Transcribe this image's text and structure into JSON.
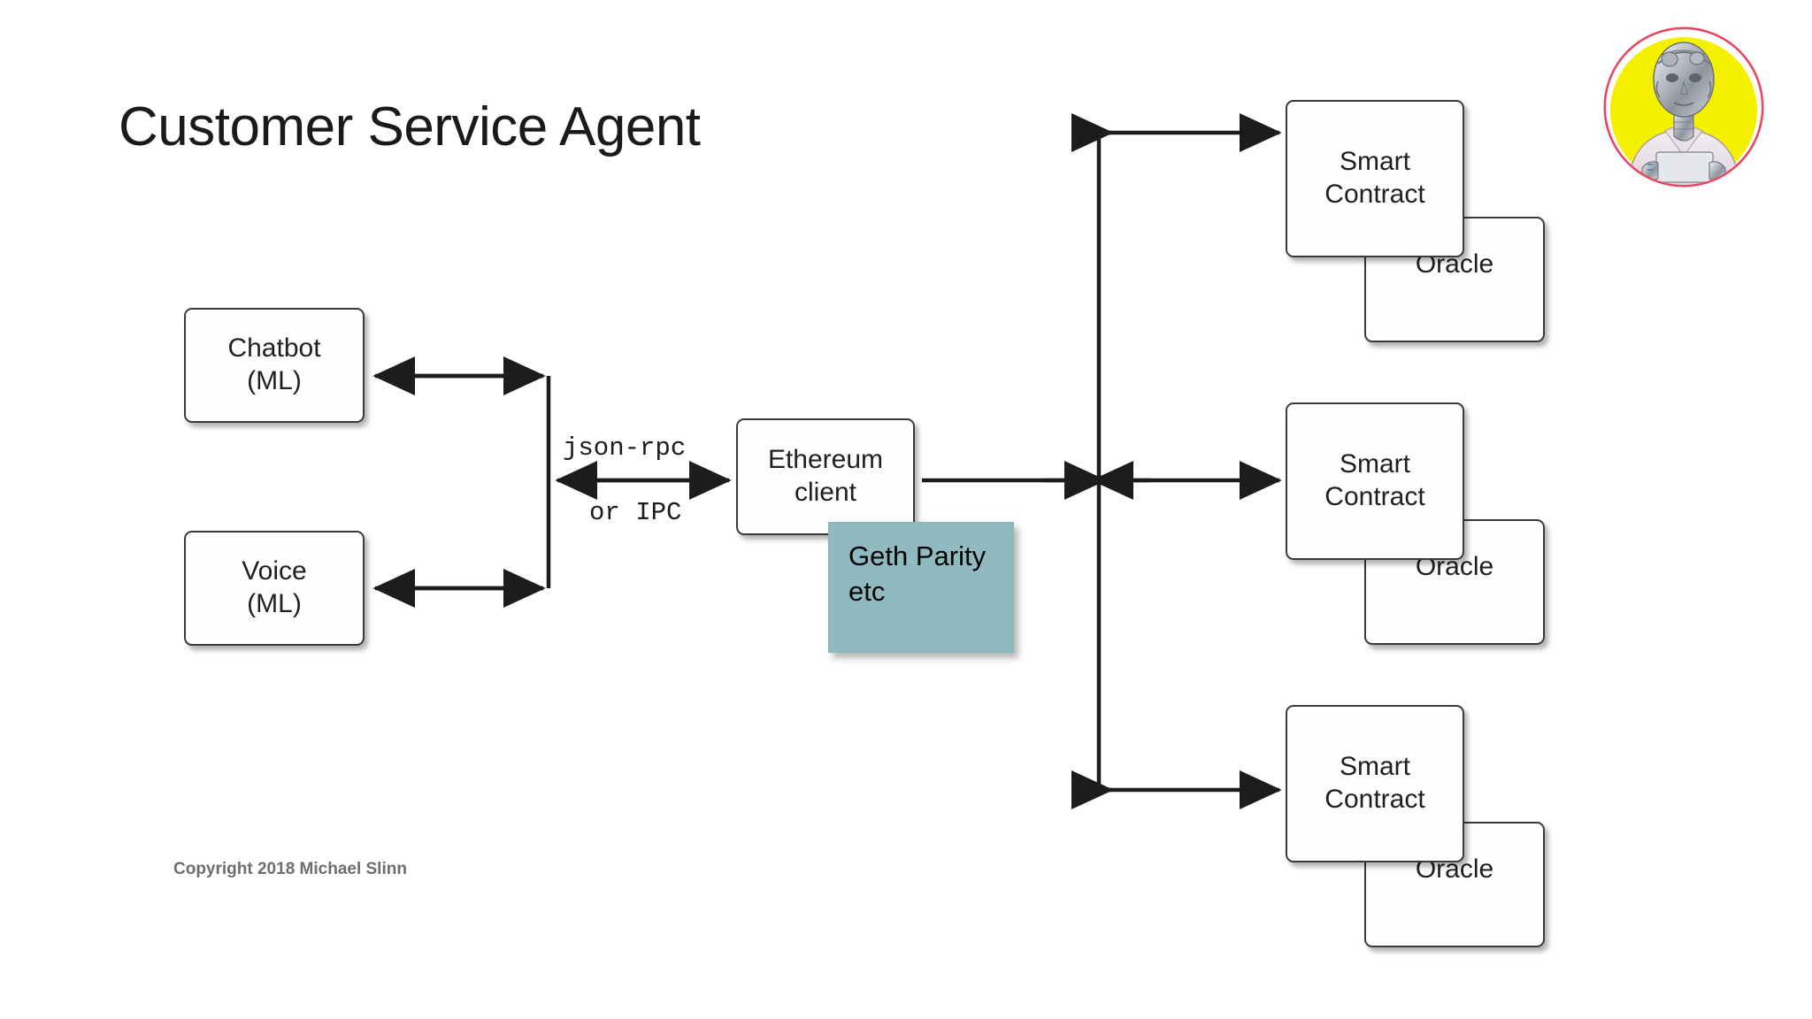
{
  "slide": {
    "title": "Customer Service Agent",
    "copyright": "Copyright 2018 Michael Slinn",
    "background_color": "#ffffff"
  },
  "colors": {
    "node_border": "#3a3a3a",
    "node_fill": "#fefefe",
    "callout_fill": "#90bac0",
    "connector": "#1c1c1c",
    "avatar_ring": "#e8445f",
    "avatar_background": "#f5f000",
    "title_text": "#1a1a1a",
    "copyright_text": "#6e6e6e"
  },
  "nodes": {
    "chatbot": {
      "line1": "Chatbot",
      "line2": "(ML)"
    },
    "voice": {
      "line1": "Voice",
      "line2": "(ML)"
    },
    "ethereum_client": {
      "line1": "Ethereum",
      "line2": "client"
    },
    "smart_contracts": [
      {
        "line1": "Smart",
        "line2": "Contract"
      },
      {
        "line1": "Smart",
        "line2": "Contract"
      },
      {
        "line1": "Smart",
        "line2": "Contract"
      }
    ],
    "oracles": [
      {
        "label": "Oracle"
      },
      {
        "label": "Oracle"
      },
      {
        "label": "Oracle"
      }
    ]
  },
  "callout": {
    "line1": "Geth",
    "line2": "Parity",
    "line3": "etc"
  },
  "edge_labels": {
    "protocol_primary": "json-rpc",
    "protocol_secondary": "or IPC"
  },
  "avatar": {
    "name": "robot-customer-service-agent"
  }
}
